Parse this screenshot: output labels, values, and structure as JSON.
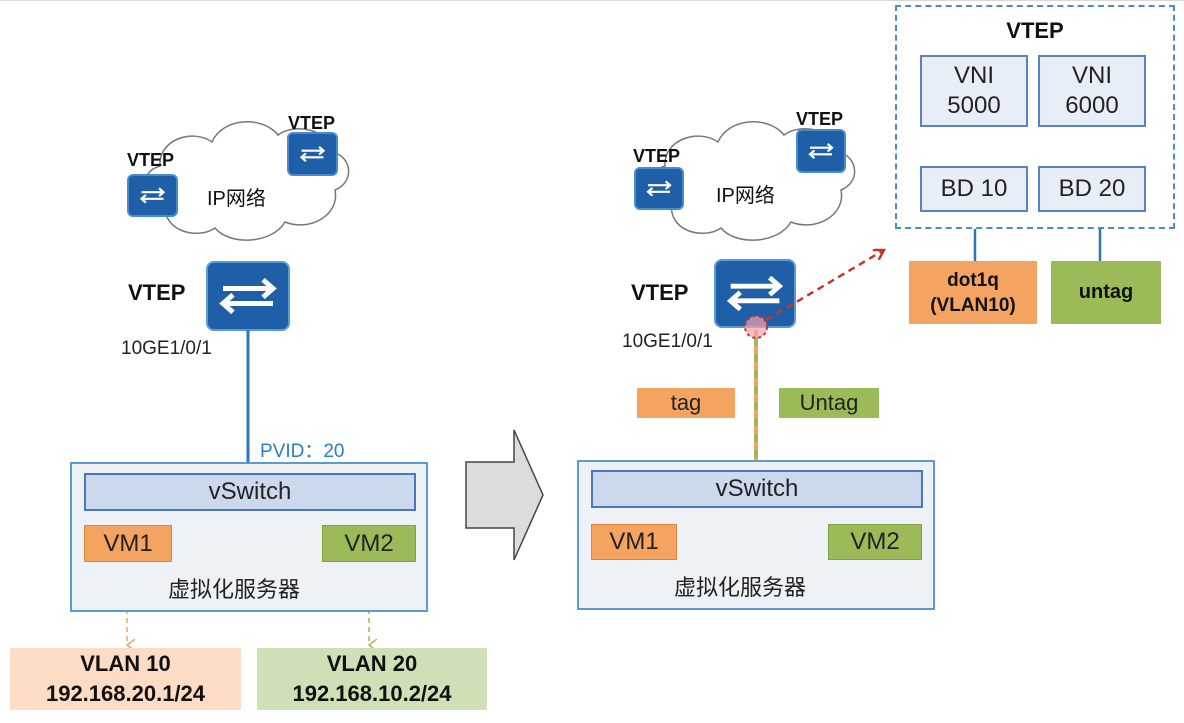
{
  "left": {
    "cloud_label": "IP网络",
    "vtep_small_label": "VTEP",
    "vtep_main_label": "VTEP",
    "port_label": "10GE1/0/1",
    "pvid_label": "PVID：20",
    "vswitch_label": "vSwitch",
    "vm1_label": "VM1",
    "vm2_label": "VM2",
    "server_label": "虚拟化服务器",
    "vlan10": {
      "name": "VLAN 10",
      "ip": "192.168.20.1/24"
    },
    "vlan20": {
      "name": "VLAN 20",
      "ip": "192.168.10.2/24"
    }
  },
  "right": {
    "cloud_label": "IP网络",
    "vtep_small_label": "VTEP",
    "vtep_main_label": "VTEP",
    "port_label": "10GE1/0/1",
    "tag_label": "tag",
    "untag_label": "Untag",
    "vswitch_label": "vSwitch",
    "vm1_label": "VM1",
    "vm2_label": "VM2",
    "server_label": "虚拟化服务器"
  },
  "detail": {
    "title": "VTEP",
    "vni_left": {
      "line1": "VNI",
      "line2": "5000"
    },
    "vni_right": {
      "line1": "VNI",
      "line2": "6000"
    },
    "bd_left": "BD 10",
    "bd_right": "BD 20",
    "dot1q": {
      "line1": "dot1q",
      "line2": "(VLAN10)"
    },
    "untag": "untag"
  },
  "colors": {
    "vtep_blue": "#1f5fa8",
    "link_blue": "#2e75b6",
    "tag_orange": "#f4a460",
    "untag_green": "#9bbb59",
    "dashed_red": "#c0392b"
  }
}
